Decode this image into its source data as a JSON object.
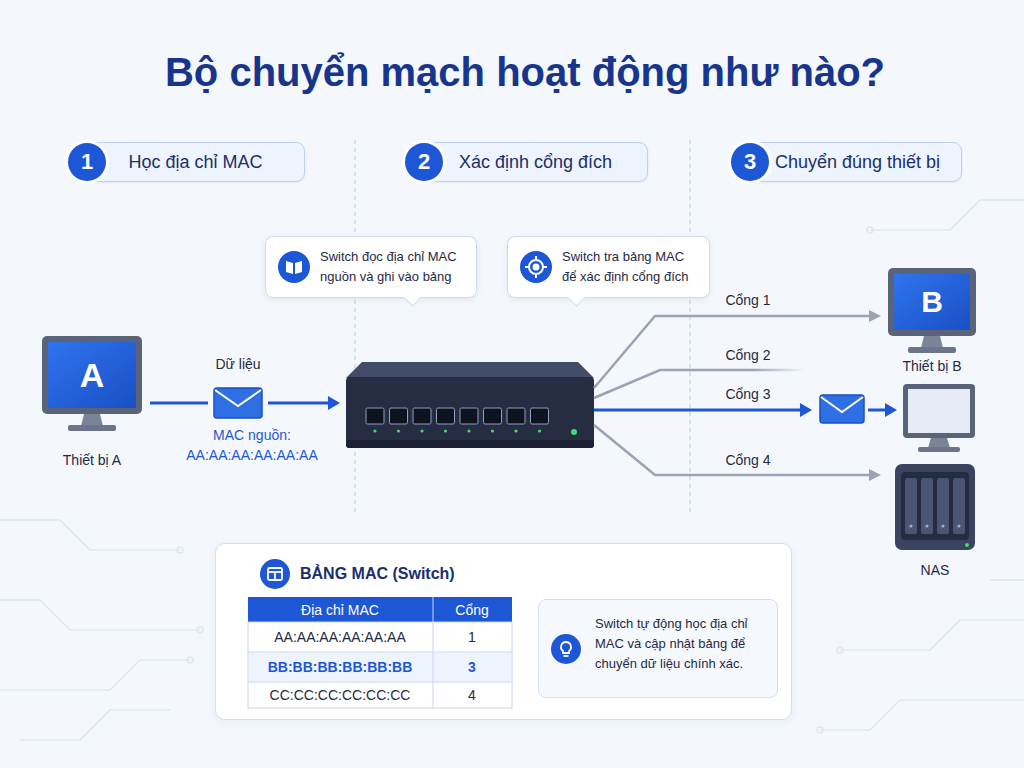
{
  "diagram": {
    "title": "Bộ chuyển mạch hoạt động như nào?",
    "nodes": [
      {
        "text": [
          "1",
          "Học địa chỉ MAC"
        ]
      },
      {
        "text": [
          "2",
          "Xác định cổng đích"
        ]
      },
      {
        "text": [
          "3",
          "Chuyển đúng thiết bị"
        ]
      },
      {
        "text": [
          "Switch đọc địa chỉ MAC nguồn và ghi vào bảng"
        ]
      },
      {
        "text": [
          "Switch tra bảng MAC để xác định cổng đích"
        ]
      },
      {
        "text": [
          "A",
          "Thiết bị A"
        ]
      },
      {
        "text": [
          "B",
          "Thiết bị B"
        ]
      },
      {
        "text": [
          "NAS"
        ]
      },
      {
        "text": [
          "BẢNG MAC (Switch)"
        ]
      },
      {
        "text": [
          "Switch tự động học địa chỉ MAC và cập nhật bảng để chuyển dữ liệu chính xác."
        ],
        "in": 8
      }
    ],
    "labels": [
      "Dữ liệu",
      "MAC nguồn: AA:AA:AA:AA:AA:AA",
      "Cổng 1",
      "Cổng 2",
      "Cổng 3",
      "Cổng 4",
      "Địa chỉ MAC",
      "Cổng",
      "AA:AA:AA:AA:AA:AA",
      "1",
      "BB:BB:BB:BB:BB:BB",
      "3",
      "CC:CC:CC:CC:CC:CC",
      "4"
    ]
  }
}
